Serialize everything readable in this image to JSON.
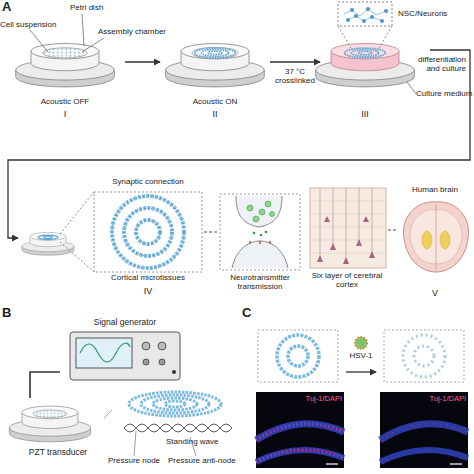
{
  "diagram": {
    "nodes": [
      {
        "text": [
          "Acoustic OFF",
          "I"
        ]
      },
      {
        "text": [
          "Acoustic ON",
          "II"
        ]
      },
      {
        "text": [
          "Culture medium",
          "III"
        ]
      },
      {
        "text": [
          "Synaptic connection",
          "Cortical microtissues",
          "IV"
        ]
      },
      {
        "text": [
          "Neurotransmitter transmission"
        ]
      },
      {
        "text": [
          "Six layer of cerebral cortex"
        ]
      },
      {
        "text": [
          "Human brain",
          "V"
        ]
      },
      {
        "text": [
          "Signal generator"
        ]
      },
      {
        "text": [
          "PZT transducer"
        ]
      },
      {
        "text": [
          "Standing wave"
        ]
      },
      {
        "text": [
          "Tuj-1/DAPI"
        ]
      },
      {
        "text": [
          "Tuj-1/DAPI"
        ]
      }
    ],
    "edges": [
      {
        "from": 0,
        "to": 1,
        "arrow": "to"
      },
      {
        "from": 1,
        "to": 2,
        "label": "37 °C crosslinked",
        "arrow": "to"
      },
      {
        "from": 2,
        "to": 3,
        "label": "differentiation and culture",
        "arrow": "to"
      },
      {
        "from": 3,
        "to": 4,
        "arrow": "none"
      },
      {
        "from": 5,
        "to": 6,
        "arrow": "none"
      },
      {
        "from": 7,
        "to": 8,
        "arrow": "none"
      },
      {
        "from": 8,
        "to": 9,
        "arrow": "none"
      },
      {
        "from": 10,
        "to": 11,
        "label": "HSV-1",
        "arrow": "to"
      }
    ],
    "labels": [
      "A",
      "B",
      "C",
      "Cell suspension",
      "Petri dish",
      "Assembly chamber",
      "NSC/Neurons",
      "Pressure node",
      "Pressure anti-node"
    ]
  }
}
